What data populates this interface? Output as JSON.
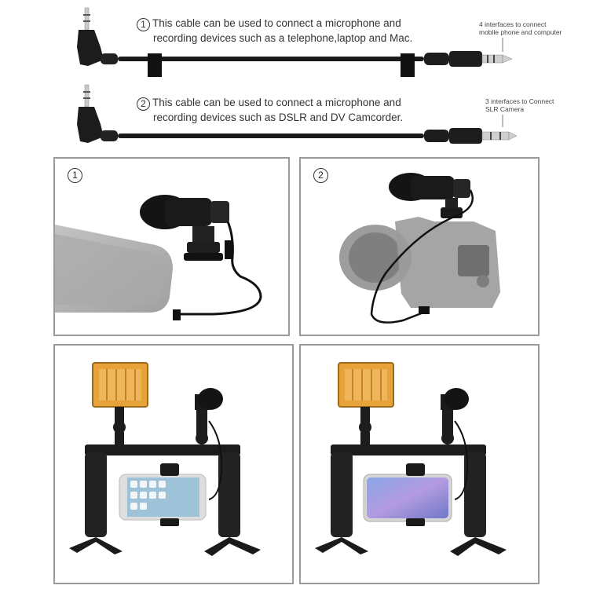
{
  "top": {
    "cable1": {
      "number": "1",
      "line1": "This cable can be used to connect a microphone and",
      "line2": "recording devices such as a telephone,laptop and Mac.",
      "note_line1": "4 interfaces to connect",
      "note_line2": "mobile phone and computer"
    },
    "cable2": {
      "number": "2",
      "line1": "This cable can be used to connect a microphone and",
      "line2": "recording devices such as DSLR and DV Camcorder.",
      "note_line1": "3 interfaces to Connect",
      "note_line2": "SLR Camera"
    }
  },
  "panels": {
    "p1": {
      "number": "1"
    },
    "p2": {
      "number": "2"
    }
  },
  "colors": {
    "panel_border": "#9a9a9a",
    "cable": "#1a1a1a",
    "light_amber": "#e8a23a"
  }
}
